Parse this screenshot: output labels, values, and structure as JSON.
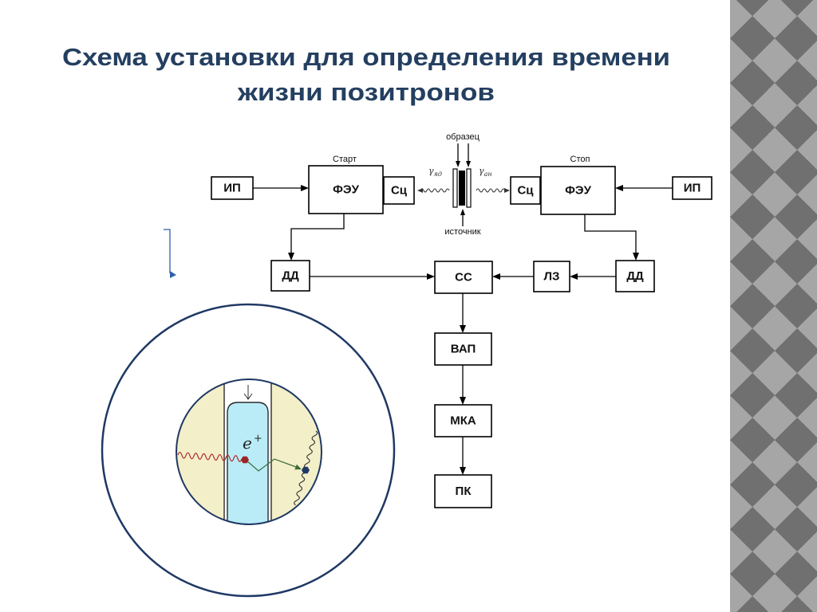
{
  "slide": {
    "title_line1": "Схема установки для определения времени",
    "title_line2": "жизни позитронов"
  },
  "diagram": {
    "start_label": "Старт",
    "stop_label": "Стоп",
    "sample_label": "образец",
    "source_label": "источник",
    "gamma_start": {
      "symbol": "γ",
      "sub": "яд"
    },
    "gamma_stop": {
      "symbol": "γ",
      "sub": "ан"
    },
    "blocks": {
      "power_supply_start": "ИП",
      "pmt_start": "ФЭУ",
      "scintillator_start": "Сц",
      "scintillator_stop": "Сц",
      "pmt_stop": "ФЭУ",
      "power_supply_stop": "ИП",
      "discriminator_start": "ДД",
      "discriminator_stop": "ДД",
      "delay_line": "ЛЗ",
      "coincidence": "СС",
      "tac": "ВАП",
      "mca": "МКА",
      "pc": "ПК"
    }
  },
  "illustration": {
    "particle_symbol": "e",
    "particle_charge": "+"
  },
  "colors": {
    "title": "#243f60",
    "outer_circle": "#1f3864",
    "inner_circle_fill": "#f3efc9",
    "channel_fill": "#b9ecf6",
    "gamma_wave": "#b22a2a",
    "positron_path": "#3c6e3c",
    "annihilation_point": "#1f3864",
    "side_marker": "#2f5fa7"
  }
}
